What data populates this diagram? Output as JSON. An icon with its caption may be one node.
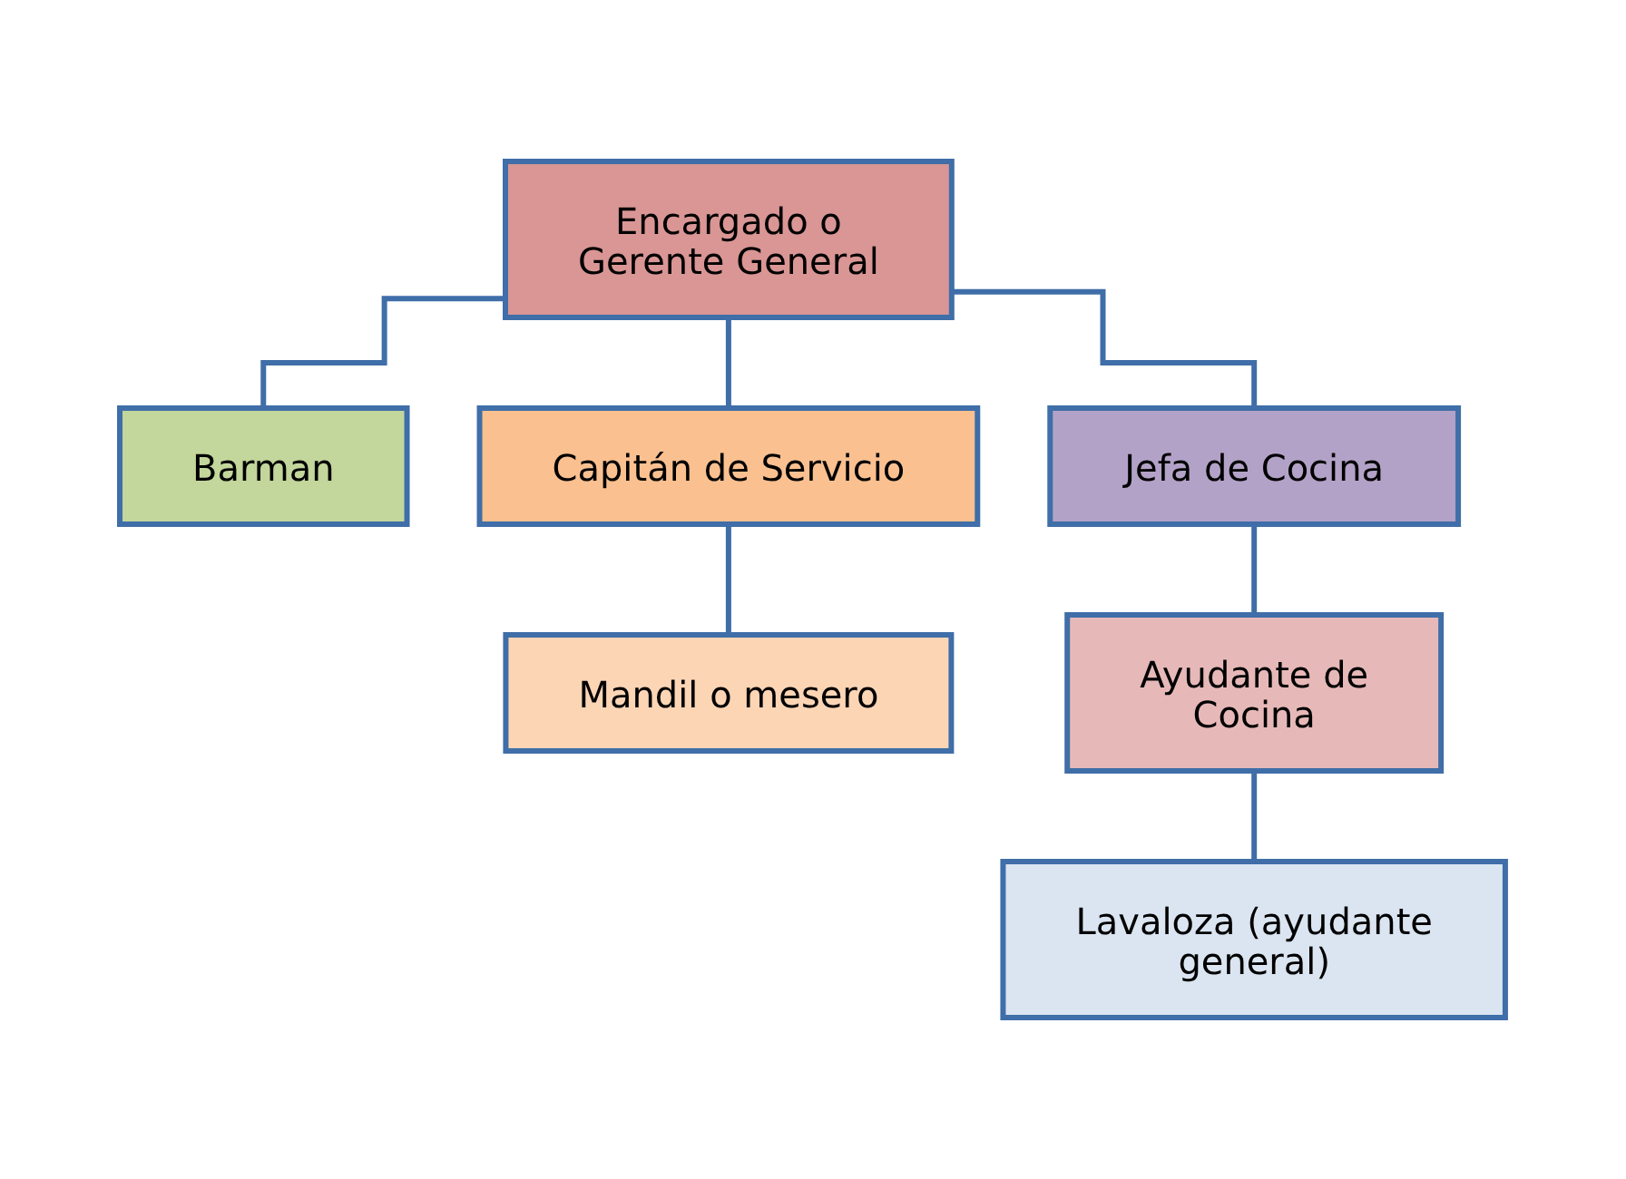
{
  "diagram": {
    "nodes": [
      {
        "text": [
          "Encargado o Gerente General"
        ]
      },
      {
        "text": [
          "Barman"
        ]
      },
      {
        "text": [
          "Capitán de Servicio"
        ]
      },
      {
        "text": [
          "Jefa de Cocina"
        ]
      },
      {
        "text": [
          "Mandil o mesero"
        ]
      },
      {
        "text": [
          "Ayudante de Cocina"
        ]
      },
      {
        "text": [
          "Lavaloza (ayudante general)"
        ]
      }
    ],
    "edges": [
      {
        "from": 0,
        "to": 1,
        "arrow": "none"
      },
      {
        "from": 0,
        "to": 2,
        "arrow": "none"
      },
      {
        "from": 0,
        "to": 3,
        "arrow": "none"
      },
      {
        "from": 2,
        "to": 4,
        "arrow": "none"
      },
      {
        "from": 3,
        "to": 5,
        "arrow": "none"
      },
      {
        "from": 5,
        "to": 6,
        "arrow": "none"
      }
    ]
  }
}
